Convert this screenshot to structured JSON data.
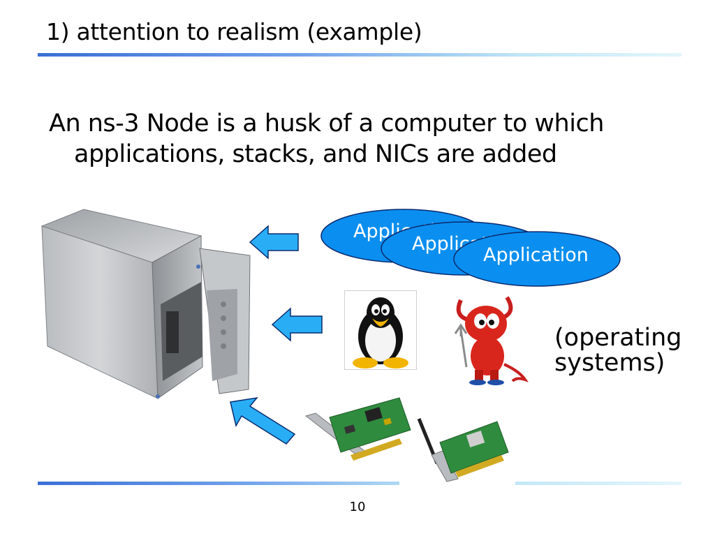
{
  "slide": {
    "title": "1) attention to realism (example)",
    "body_line1": "An ns-3 Node is a husk of a computer to which",
    "body_line2": "applications, stacks, and NICs are added",
    "applications": [
      {
        "label": "Application"
      },
      {
        "label": "Application"
      },
      {
        "label": "Application"
      }
    ],
    "os_label_line1": "(operating",
    "os_label_line2": "systems)",
    "page_number": "10"
  },
  "colors": {
    "ellipse_fill": "#0a8ff0",
    "arrow_fill": "#29aef6",
    "rule_blue": "#3a6fd6",
    "rule_light": "#bfe6f6"
  },
  "icons": {
    "computer": "computer-case-icon",
    "linux": "tux-penguin-icon",
    "bsd": "bsd-daemon-icon",
    "nic1": "network-card-icon",
    "nic2": "wireless-card-icon",
    "arrow": "arrow-left-icon"
  }
}
